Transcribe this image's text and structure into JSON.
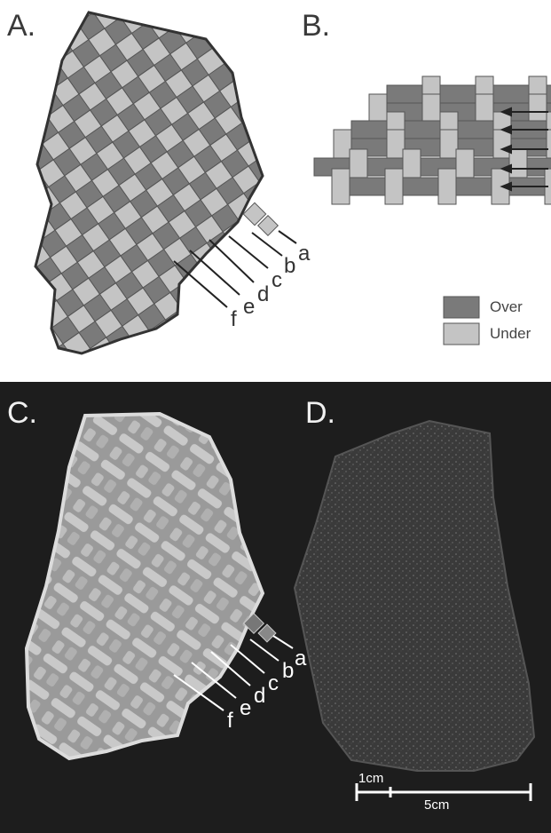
{
  "panels": {
    "a": "A.",
    "b": "B.",
    "c": "C.",
    "d": "D."
  },
  "row_labels": [
    "a",
    "b",
    "c",
    "d",
    "e",
    "f"
  ],
  "legend": {
    "over_label": "Over",
    "under_label": "Under",
    "over_color": "#7a7a7a",
    "under_color": "#c4c4c4"
  },
  "scale": {
    "small_label": "1cm",
    "large_label": "5cm"
  },
  "colors": {
    "over": "#7a7a7a",
    "under": "#c4c4c4",
    "outline": "#333333",
    "photo_bg": "#1d1d1d"
  }
}
